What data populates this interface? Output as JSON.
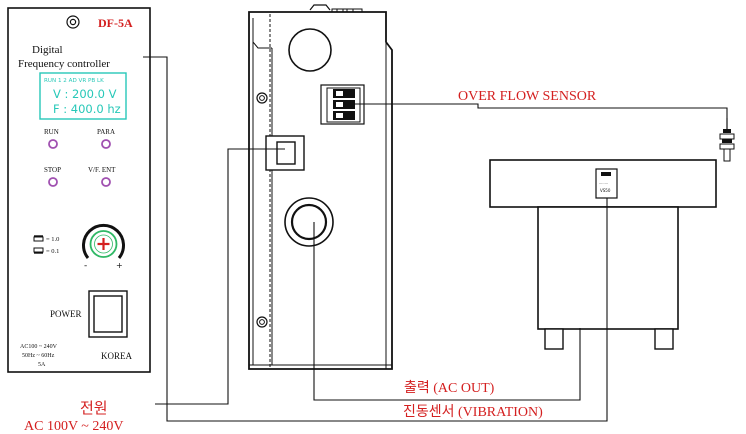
{
  "controller": {
    "model": "DF-5A",
    "title_line1": "Digital",
    "title_line2": "Frequency controller",
    "display_header": "RUN 1 2 AD VR PB LK",
    "display_line1": "V : 200.0 V",
    "display_line2": "F : 400.0 hz",
    "btn_run": "RUN",
    "btn_para": "PARA",
    "btn_stop": "STOP",
    "btn_vfent": "V/F. ENT",
    "scale_fine": "= 1.0",
    "scale_coarse": "= 0.1",
    "knob_minus": "-",
    "knob_plus": "+",
    "power_label": "POWER",
    "spec_line1": "AC100 ~ 240V",
    "spec_line2": "50Hz ~ 60Hz",
    "spec_line3": "5A",
    "korea": "KOREA"
  },
  "labels": {
    "over_flow_sensor": "OVER FLOW SENSOR",
    "ac_out": "출력 (AC OUT)",
    "vibration": "진동센서 (VIBRATION)",
    "power_ko": "전원",
    "power_ac": "AC 100V ~ 240V"
  },
  "feeder": {
    "sensor_label_top": "........",
    "sensor_label_bottom": "VS50"
  },
  "colors": {
    "label_red": "#d42020",
    "display_text": "#27c8b8",
    "display_bg": "#ffffff",
    "line": "#111111",
    "led": "#a050b0"
  }
}
